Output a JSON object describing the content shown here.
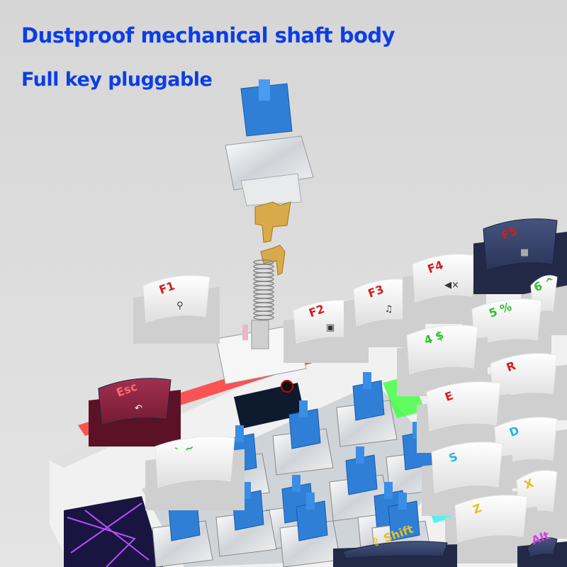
{
  "headline": {
    "line1": "Dustproof mechanical shaft body",
    "line2": "Full key pluggable",
    "color": "#0b3ee6"
  },
  "colors": {
    "background": "#dcdcdc",
    "keycap_white": "#f4f4f4",
    "keycap_navy": "#33406a",
    "keycap_maroon": "#8e2440",
    "switch_stem_blue": "#2f7fd6",
    "contact_gold": "#d8aa4a"
  },
  "keycaps": [
    {
      "id": "f1",
      "main": "F1",
      "sub": "search-icon",
      "main_color": "#d21e1e"
    },
    {
      "id": "f2",
      "main": "F2",
      "sub": "folder-icon",
      "main_color": "#d21e1e"
    },
    {
      "id": "f3",
      "main": "F3",
      "sub": "music-note-icon",
      "main_color": "#d21e1e"
    },
    {
      "id": "f4",
      "main": "F4",
      "sub": "mute-icon",
      "main_color": "#d21e1e"
    },
    {
      "id": "f5",
      "main": "F5",
      "sub": "stop-icon",
      "main_color": "#d21e1e"
    },
    {
      "id": "k6",
      "main": "6 ^",
      "main_color": "#2ec02e"
    },
    {
      "id": "k5",
      "main": "5 %",
      "main_color": "#2ec02e"
    },
    {
      "id": "k4",
      "main": "4 $",
      "main_color": "#2ec02e"
    },
    {
      "id": "r",
      "main": "R",
      "main_color": "#d21e1e"
    },
    {
      "id": "e",
      "main": "E",
      "main_color": "#d21e1e"
    },
    {
      "id": "d",
      "main": "D",
      "main_color": "#22b4e6"
    },
    {
      "id": "s",
      "main": "S",
      "main_color": "#22b4e6"
    },
    {
      "id": "x",
      "main": "X",
      "main_color": "#e6c020"
    },
    {
      "id": "z",
      "main": "Z",
      "main_color": "#e6c020"
    },
    {
      "id": "esc",
      "main": "Esc",
      "sub": "back-arrow-icon",
      "main_color": "#ff6a6a"
    },
    {
      "id": "grave",
      "main": "` ~",
      "main_color": "#2ec02e"
    },
    {
      "id": "shift",
      "main": "⇧ Shift",
      "main_color": "#e6c020"
    },
    {
      "id": "alt",
      "main": "Alt",
      "main_color": "#d040e0"
    }
  ]
}
